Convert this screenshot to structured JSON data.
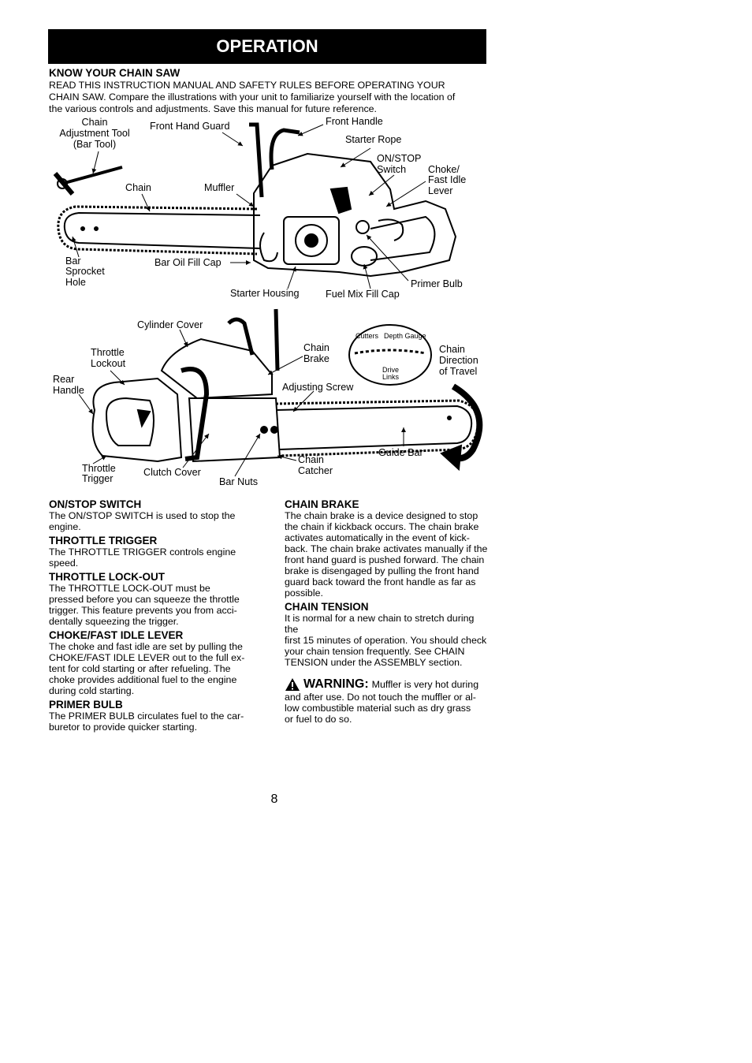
{
  "banner": "OPERATION",
  "intro": {
    "heading": "KNOW YOUR CHAIN SAW",
    "line1": "READ THIS INSTRUCTION MANUAL AND SAFETY RULES BEFORE OPERATING YOUR",
    "line2": "CHAIN SAW.  Compare the illustrations with your unit to familiarize yourself with the location of",
    "line3": "the various controls and adjustments. Save this manual for future reference."
  },
  "figure1": {
    "labels": {
      "chain_tool_1": "Chain",
      "chain_tool_2": "Adjustment Tool",
      "chain_tool_3": "(Bar Tool)",
      "front_hand_guard": "Front Hand Guard",
      "front_handle": "Front Handle",
      "starter_rope": "Starter Rope",
      "on_stop_1": "ON/STOP",
      "on_stop_2": "Switch",
      "choke_1": "Choke/",
      "choke_2": "Fast Idle",
      "choke_3": "Lever",
      "chain": "Chain",
      "muffler": "Muffler",
      "bar_sprocket_1": "Bar",
      "bar_sprocket_2": "Sprocket",
      "bar_sprocket_3": "Hole",
      "bar_oil_fill_cap": "Bar Oil Fill Cap",
      "starter_housing": "Starter Housing",
      "fuel_mix_fill_cap": "Fuel Mix Fill Cap",
      "primer_bulb": "Primer Bulb"
    }
  },
  "figure2": {
    "labels": {
      "cylinder_cover": "Cylinder Cover",
      "throttle_lockout_1": "Throttle",
      "throttle_lockout_2": "Lockout",
      "rear_handle_1": "Rear",
      "rear_handle_2": "Handle",
      "chain_brake_1": "Chain",
      "chain_brake_2": "Brake",
      "cutters": "Cutters",
      "depth_gauge": "Depth Gauge",
      "drive_links_1": "Drive",
      "drive_links_2": "Links",
      "direction_1": "Chain",
      "direction_2": "Direction",
      "direction_3": "of Travel",
      "adjusting_screw": "Adjusting Screw",
      "guide_bar": "Guide Bar",
      "chain_catcher_1": "Chain",
      "chain_catcher_2": "Catcher",
      "throttle_trigger_1": "Throttle",
      "throttle_trigger_2": "Trigger",
      "clutch_cover": "Clutch Cover",
      "bar_nuts": "Bar Nuts"
    }
  },
  "left_col": [
    {
      "heading": "ON/STOP SWITCH",
      "lines": [
        "The ON/STOP SWITCH is used to stop the",
        "engine."
      ]
    },
    {
      "heading": "THROTTLE TRIGGER",
      "lines": [
        "The THROTTLE TRIGGER controls engine",
        "speed."
      ]
    },
    {
      "heading": "THROTTLE LOCK-OUT",
      "lines": [
        "The THROTTLE LOCK-OUT must be",
        "pressed before you can squeeze the throttle",
        "trigger. This feature prevents you from acci-",
        "dentally squeezing the trigger."
      ]
    },
    {
      "heading": "CHOKE/FAST IDLE LEVER",
      "lines": [
        "The choke and fast idle are set by pulling the",
        "CHOKE/FAST IDLE LEVER out to the full ex-",
        "tent for cold starting or after refueling. The",
        "choke provides additional fuel to the engine",
        "during cold starting."
      ]
    },
    {
      "heading": "PRIMER BULB",
      "lines": [
        "The PRIMER BULB circulates fuel to the car-",
        "buretor to provide quicker starting."
      ]
    }
  ],
  "right_col": [
    {
      "heading": "CHAIN BRAKE",
      "lines": [
        "The chain brake is a device designed to stop",
        "the chain if kickback occurs. The chain brake",
        "activates automatically in the event of kick-",
        "back. The chain brake activates manually if the",
        "front hand guard is pushed forward. The chain",
        "brake is disengaged by pulling the front hand",
        "guard back toward the front handle as far as",
        "possible."
      ]
    },
    {
      "heading": "CHAIN TENSION",
      "lines": [
        "It is normal for a new chain to stretch during the",
        "first 15 minutes of operation. You should check",
        "your chain tension frequently. See CHAIN",
        "TENSION under the ASSEMBLY section."
      ]
    }
  ],
  "warning": {
    "label": "WARNING:",
    "line1": "Muffler is very hot during",
    "line2": "and after use.  Do not touch the muffler or al-",
    "line3": "low combustible material such as dry grass",
    "line4": "or fuel to do so."
  },
  "page_number": "8"
}
